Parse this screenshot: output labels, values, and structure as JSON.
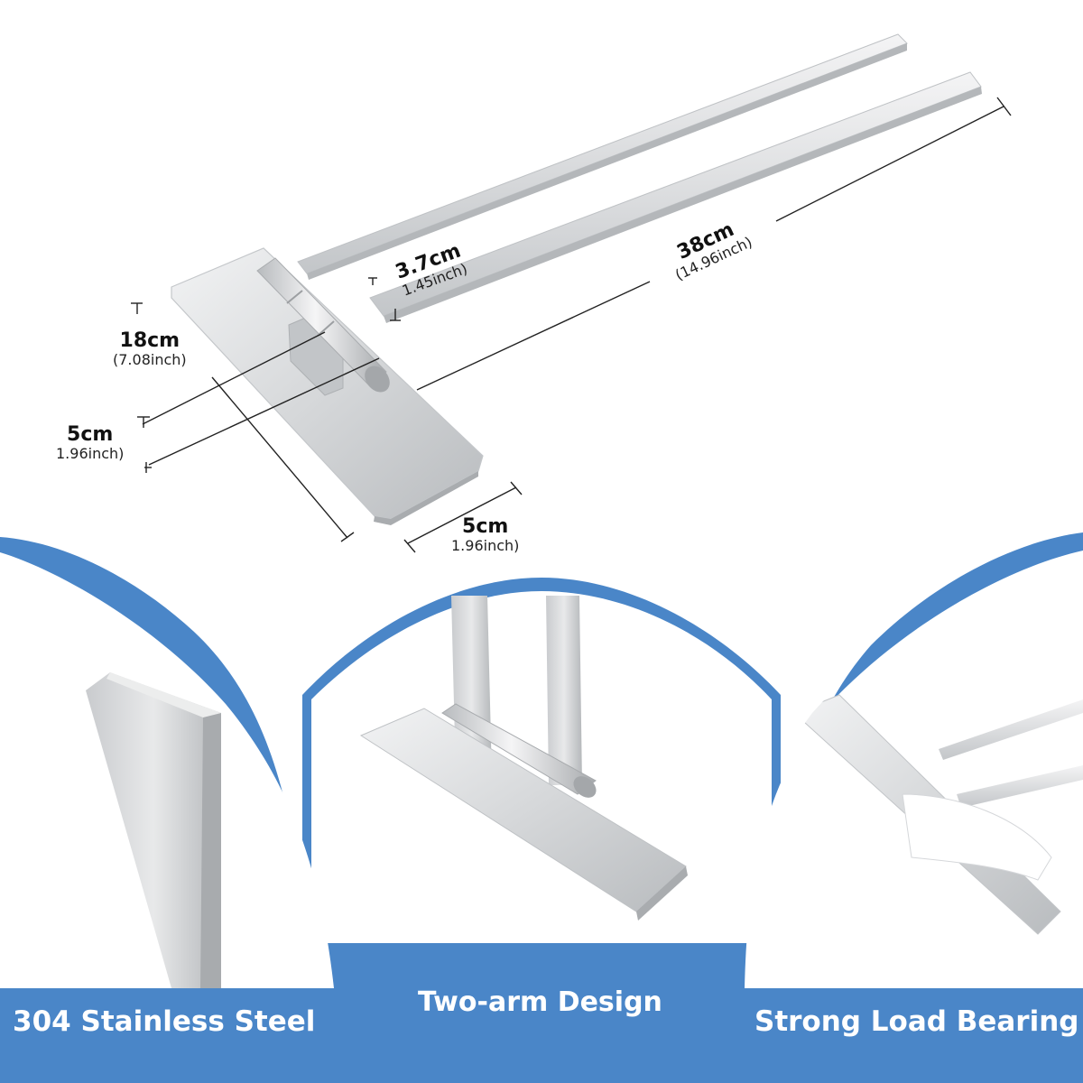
{
  "dimensions": {
    "length": {
      "cm": "38cm",
      "inch": "(14.96inch)"
    },
    "arm_gap": {
      "cm": "3.7cm",
      "inch": "1.45inch)"
    },
    "base_length": {
      "cm": "18cm",
      "inch": "(7.08inch)"
    },
    "base_width": {
      "cm": "5cm",
      "inch": "1.96inch)"
    },
    "base_depth": {
      "cm": "5cm",
      "inch": "1.96inch)"
    }
  },
  "features": [
    {
      "label": "304 Stainless Steel"
    },
    {
      "label": "Two-arm Design"
    },
    {
      "label": "Strong Load Bearing"
    }
  ],
  "colors": {
    "brand_blue": "#4a86c8",
    "steel_light": "#e6e7e9",
    "steel_mid": "#c8cacd",
    "steel_dark": "#9fa2a6"
  }
}
